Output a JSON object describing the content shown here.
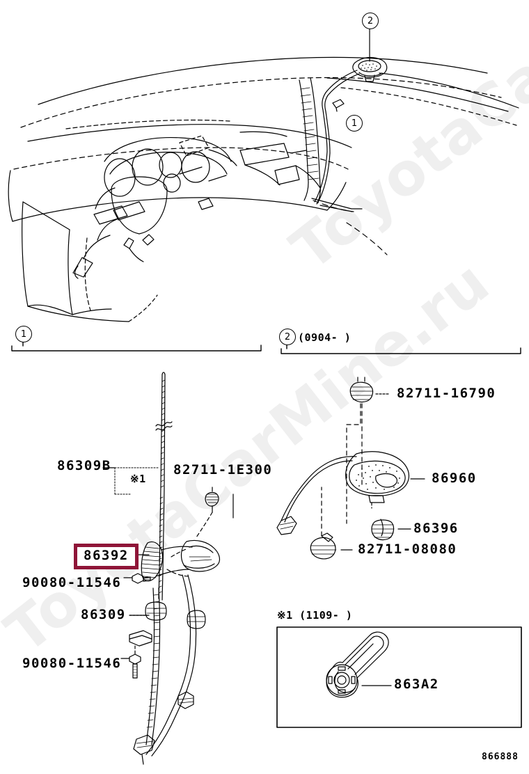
{
  "document": {
    "kind": "vehicle parts catalog illustration",
    "image_id": "866888",
    "watermark": "ToyotaCarMine.ru"
  },
  "callouts": {
    "one": "1",
    "two": "2",
    "one_top": "1",
    "two_top": "2"
  },
  "panels": {
    "left": {
      "number": "1",
      "range": "",
      "parts": [
        {
          "key": "p86309b",
          "label": "86309B"
        },
        {
          "key": "note1",
          "label": "※1"
        },
        {
          "key": "p82711a",
          "label": "82711-1E300"
        },
        {
          "key": "p86392",
          "label": "86392"
        },
        {
          "key": "p90080a",
          "label": "90080-11546"
        },
        {
          "key": "p86309",
          "label": "86309"
        },
        {
          "key": "p90080b",
          "label": "90080-11546"
        }
      ]
    },
    "right": {
      "number": "2",
      "range": "(0904-          )",
      "parts": [
        {
          "key": "p82711b",
          "label": "82711-16790"
        },
        {
          "key": "p86960",
          "label": "86960"
        },
        {
          "key": "p86396",
          "label": "86396"
        },
        {
          "key": "p82711c",
          "label": "82711-08080"
        }
      ]
    },
    "inset": {
      "note": "※1 (1109-         )",
      "parts": [
        {
          "key": "p863a2",
          "label": "863A2"
        }
      ]
    }
  },
  "colors": {
    "highlight": "#8f1538",
    "line": "#000000",
    "watermark": "#efefef",
    "background": "#ffffff"
  }
}
